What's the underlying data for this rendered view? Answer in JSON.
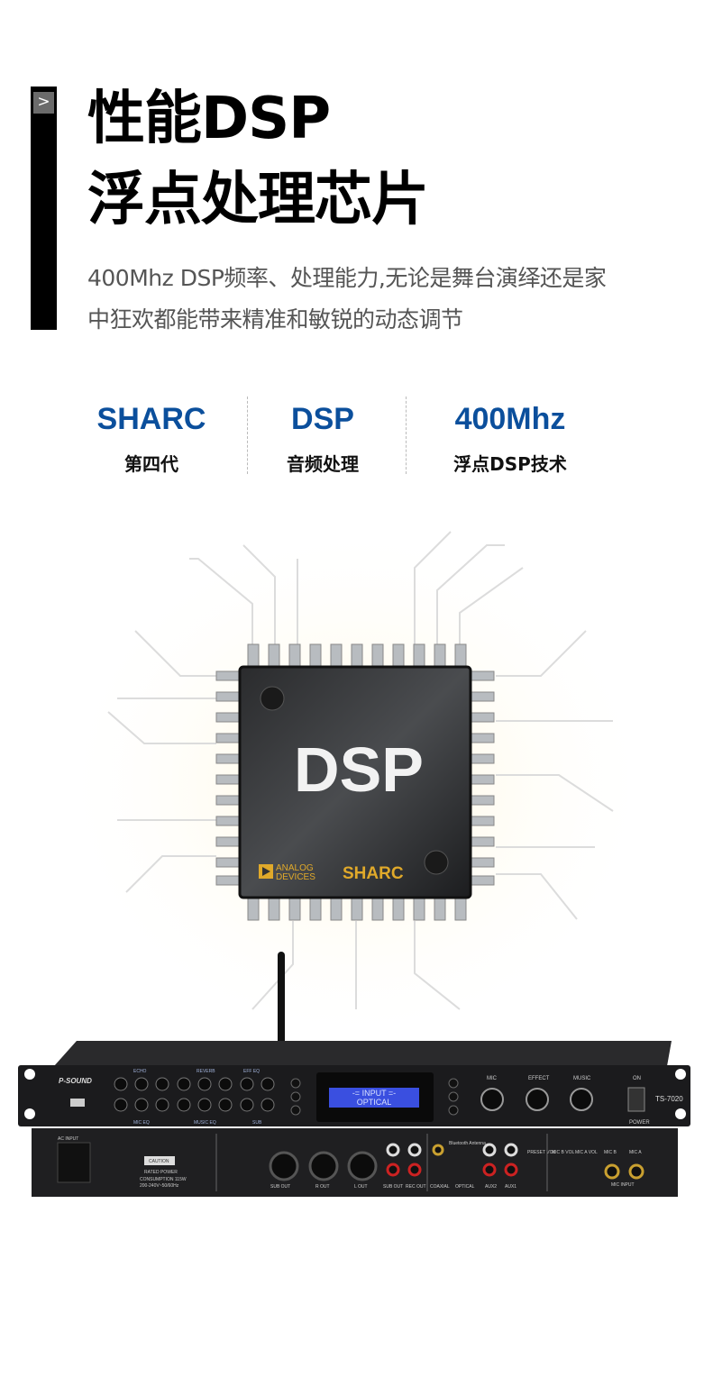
{
  "header": {
    "arrow_icon": ">",
    "title_line1": "性能DSP",
    "title_line2": "浮点处理芯片",
    "desc_line1": "400Mhz DSP频率、处理能力,无论是舞台演绎还是家",
    "desc_line2": "中狂欢都能带来精准和敏锐的动态调节"
  },
  "stats": [
    {
      "value": "SHARC",
      "label": "第四代"
    },
    {
      "value": "DSP",
      "label": "音频处理"
    },
    {
      "value": "400Mhz",
      "label": "浮点DSP技术"
    }
  ],
  "chip": {
    "label": "DSP",
    "brand1_line1": "ANALOG",
    "brand1_line2": "DEVICES",
    "brand2": "SHARC"
  },
  "device": {
    "brand": "P-SOUND",
    "model": "TS-7020",
    "lcd_line1": "-= INPUT =-",
    "lcd_line2": "OPTICAL",
    "knob_labels": [
      "MIC",
      "EFFECT",
      "MUSIC"
    ],
    "power_on": "ON",
    "power": "POWER",
    "groups": [
      "ECHO",
      "REVERB",
      "EFF EQ",
      "MIC EQ",
      "MUSIC EQ",
      "SUB"
    ],
    "rear_labels": [
      "AC INPUT",
      "CAUTION",
      "RATED POWER",
      "CONSUMPTION 115W",
      "200-240V~50/60Hz",
      "SUB OUT",
      "R OUT",
      "L OUT",
      "SUB OUT",
      "REC OUT",
      "COAXIAL",
      "OPTICAL",
      "AUX2",
      "AUX1",
      "PRESET VOL",
      "MIC B VOL",
      "MIC A VOL",
      "MIC B",
      "MIC A",
      "MIC INPUT",
      "Bluetooth Antenna"
    ],
    "colors": {
      "lcd": "#3a4fe0",
      "accent": "#0b4f9c"
    }
  }
}
